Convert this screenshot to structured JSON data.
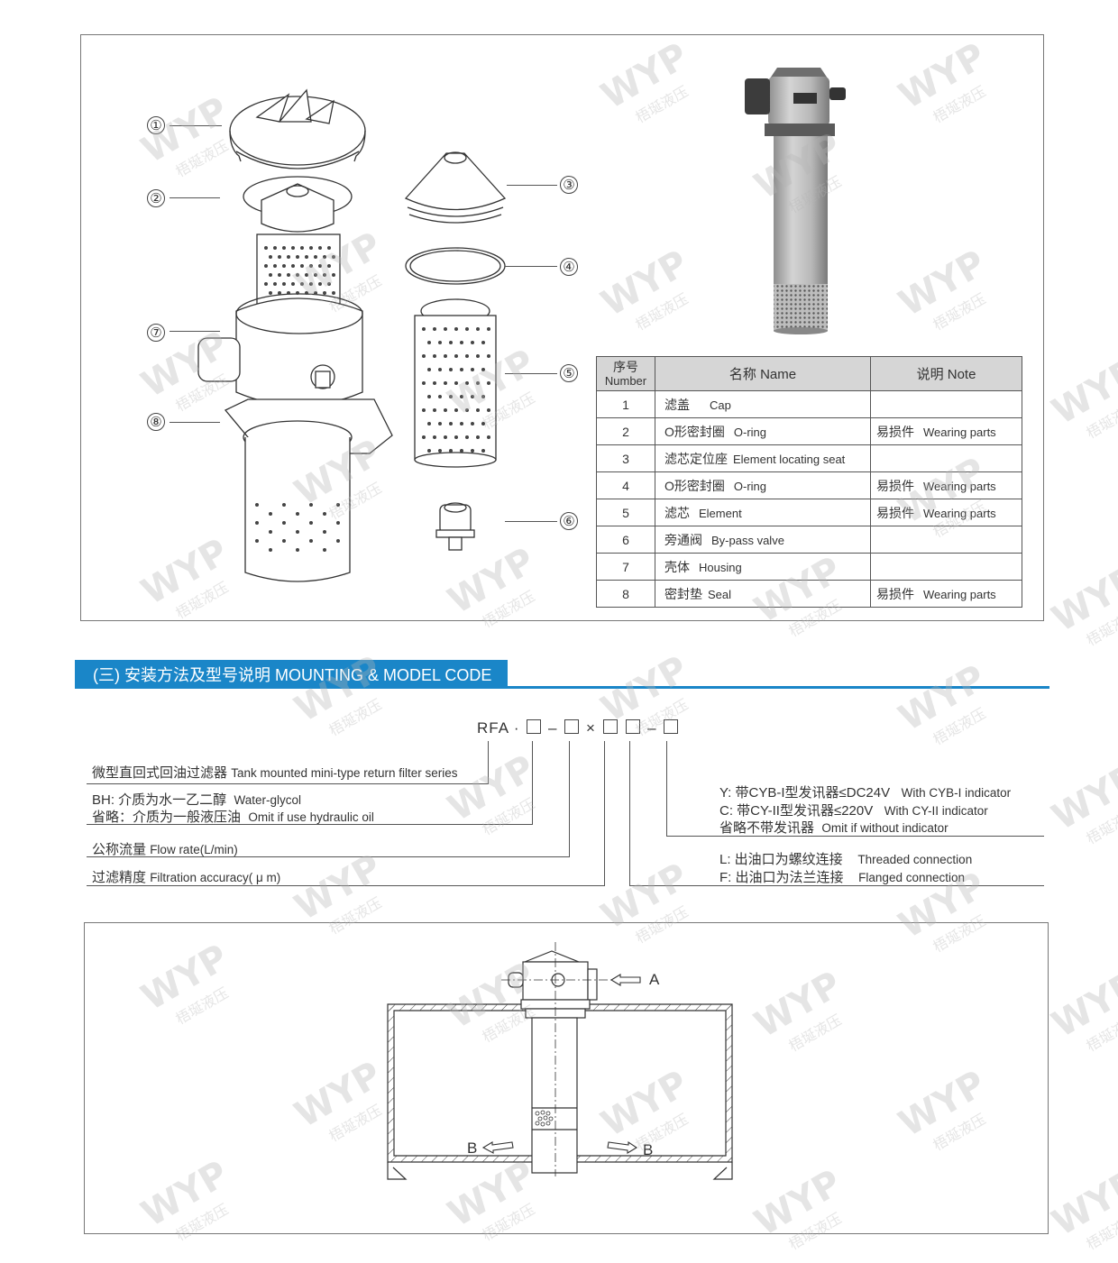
{
  "parts_panel": {
    "callouts": [
      "①",
      "②",
      "③",
      "④",
      "⑤",
      "⑥",
      "⑦",
      "⑧"
    ],
    "table": {
      "headers": {
        "number_cn": "序号",
        "number_en": "Number",
        "name": "名称  Name",
        "note": "说明  Note"
      },
      "rows": [
        {
          "num": "1",
          "name_cn": "滤盖",
          "name_en": "Cap",
          "note_cn": "",
          "note_en": ""
        },
        {
          "num": "2",
          "name_cn": "O形密封圈",
          "name_en": "O-ring",
          "note_cn": "易损件",
          "note_en": "Wearing parts"
        },
        {
          "num": "3",
          "name_cn": "滤芯定位座",
          "name_en": "Element locating seat",
          "note_cn": "",
          "note_en": ""
        },
        {
          "num": "4",
          "name_cn": "O形密封圈",
          "name_en": "O-ring",
          "note_cn": "易损件",
          "note_en": "Wearing parts"
        },
        {
          "num": "5",
          "name_cn": "滤芯",
          "name_en": "Element",
          "note_cn": "易损件",
          "note_en": "Wearing parts"
        },
        {
          "num": "6",
          "name_cn": "旁通阀",
          "name_en": "By-pass valve",
          "note_cn": "",
          "note_en": ""
        },
        {
          "num": "7",
          "name_cn": "壳体",
          "name_en": "Housing",
          "note_cn": "",
          "note_en": ""
        },
        {
          "num": "8",
          "name_cn": "密封垫",
          "name_en": "Seal",
          "note_cn": "易损件",
          "note_en": "Wearing parts"
        }
      ]
    }
  },
  "section": {
    "title": "(三) 安装方法及型号说明 MOUNTING & MODEL CODE",
    "color": "#1a86c8"
  },
  "model_code": {
    "prefix": "RFA",
    "dot": "·",
    "sep1": "–",
    "times": "×",
    "sep2": "–",
    "left_items": [
      {
        "cn": "微型直回式回油过滤器",
        "en": "Tank mounted mini-type return filter series"
      },
      {
        "cn": "BH: 介质为水一乙二醇",
        "en": "Water-glycol"
      },
      {
        "cn": "省略：介质为一般液压油",
        "en": "Omit if use hydraulic oil"
      },
      {
        "cn": "公称流量",
        "en": "Flow rate(L/min)"
      },
      {
        "cn": "过滤精度",
        "en": "Filtration accuracy( μ m)"
      }
    ],
    "right_items": [
      {
        "cn": "Y: 带CYB-I型发讯器≤DC24V",
        "en": "With CYB-I indicator"
      },
      {
        "cn": "C: 带CY-II型发讯器≤220V",
        "en": "With CY-II indicator"
      },
      {
        "cn": "省略不带发讯器",
        "en": "Omit if without indicator"
      },
      {
        "cn": "L: 出油口为螺纹连接",
        "en": "Threaded connection"
      },
      {
        "cn": "F: 出油口为法兰连接",
        "en": "Flanged connection"
      }
    ]
  },
  "mounting_diagram": {
    "inlet_label": "A",
    "outlet_left_label": "B",
    "outlet_right_label": "B"
  },
  "watermark": {
    "logo": "WYP",
    "text": "梧埏液压"
  }
}
